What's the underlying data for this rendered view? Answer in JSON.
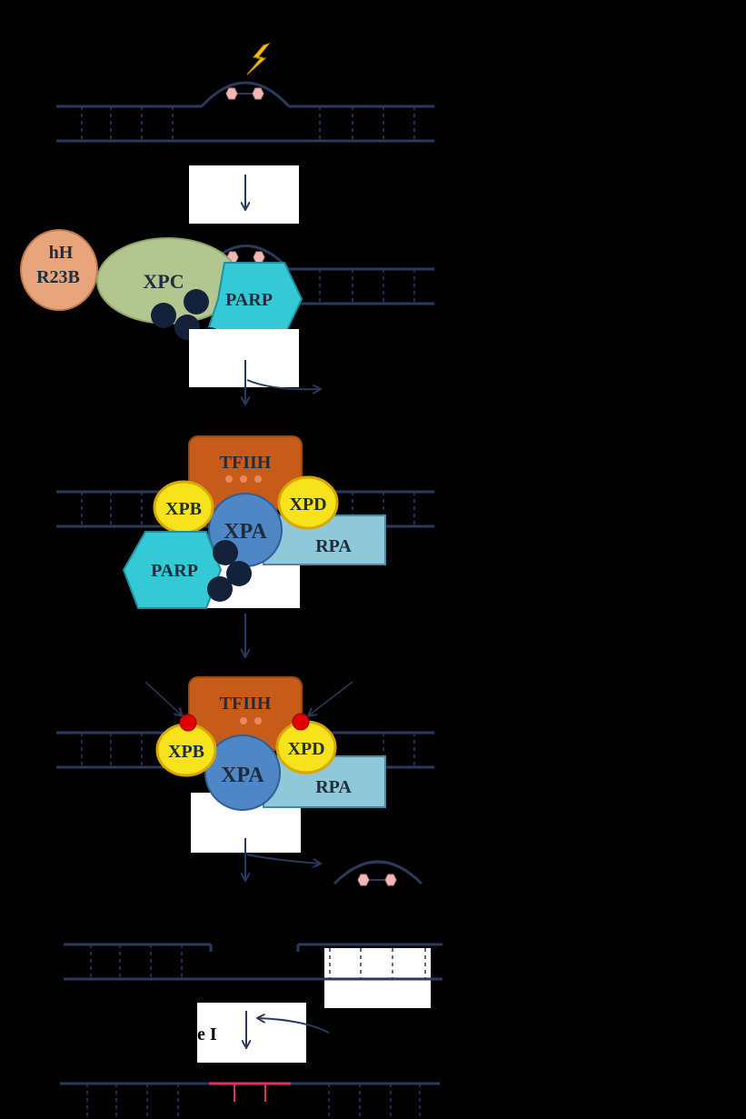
{
  "labels": {
    "hhr23b_line1": "hH",
    "hhr23b_line2": "R23B",
    "xpc": "XPC",
    "parp": "PARP",
    "tfiih": "TFIIH",
    "xpb": "XPB",
    "xpd": "XPD",
    "xpa": "XPA",
    "rpa": "RPA",
    "ligase_partial": "e I"
  },
  "colors": {
    "background": "#000000",
    "dna_strand": "#2b3a5c",
    "hhr23b": "#e8a57c",
    "xpc": "#b3c68f",
    "parp": "#35c9d6",
    "tfiih": "#c65b1a",
    "xp_yellow": "#f7e31b",
    "xpa": "#4f86c6",
    "rpa": "#8fc8d8",
    "par_chain": "#13223a",
    "lesion": "#f2b8b8",
    "incision_mark": "#e00000",
    "repaired_patch": "#e0306b",
    "uv_bolt": "#f5c40a"
  }
}
